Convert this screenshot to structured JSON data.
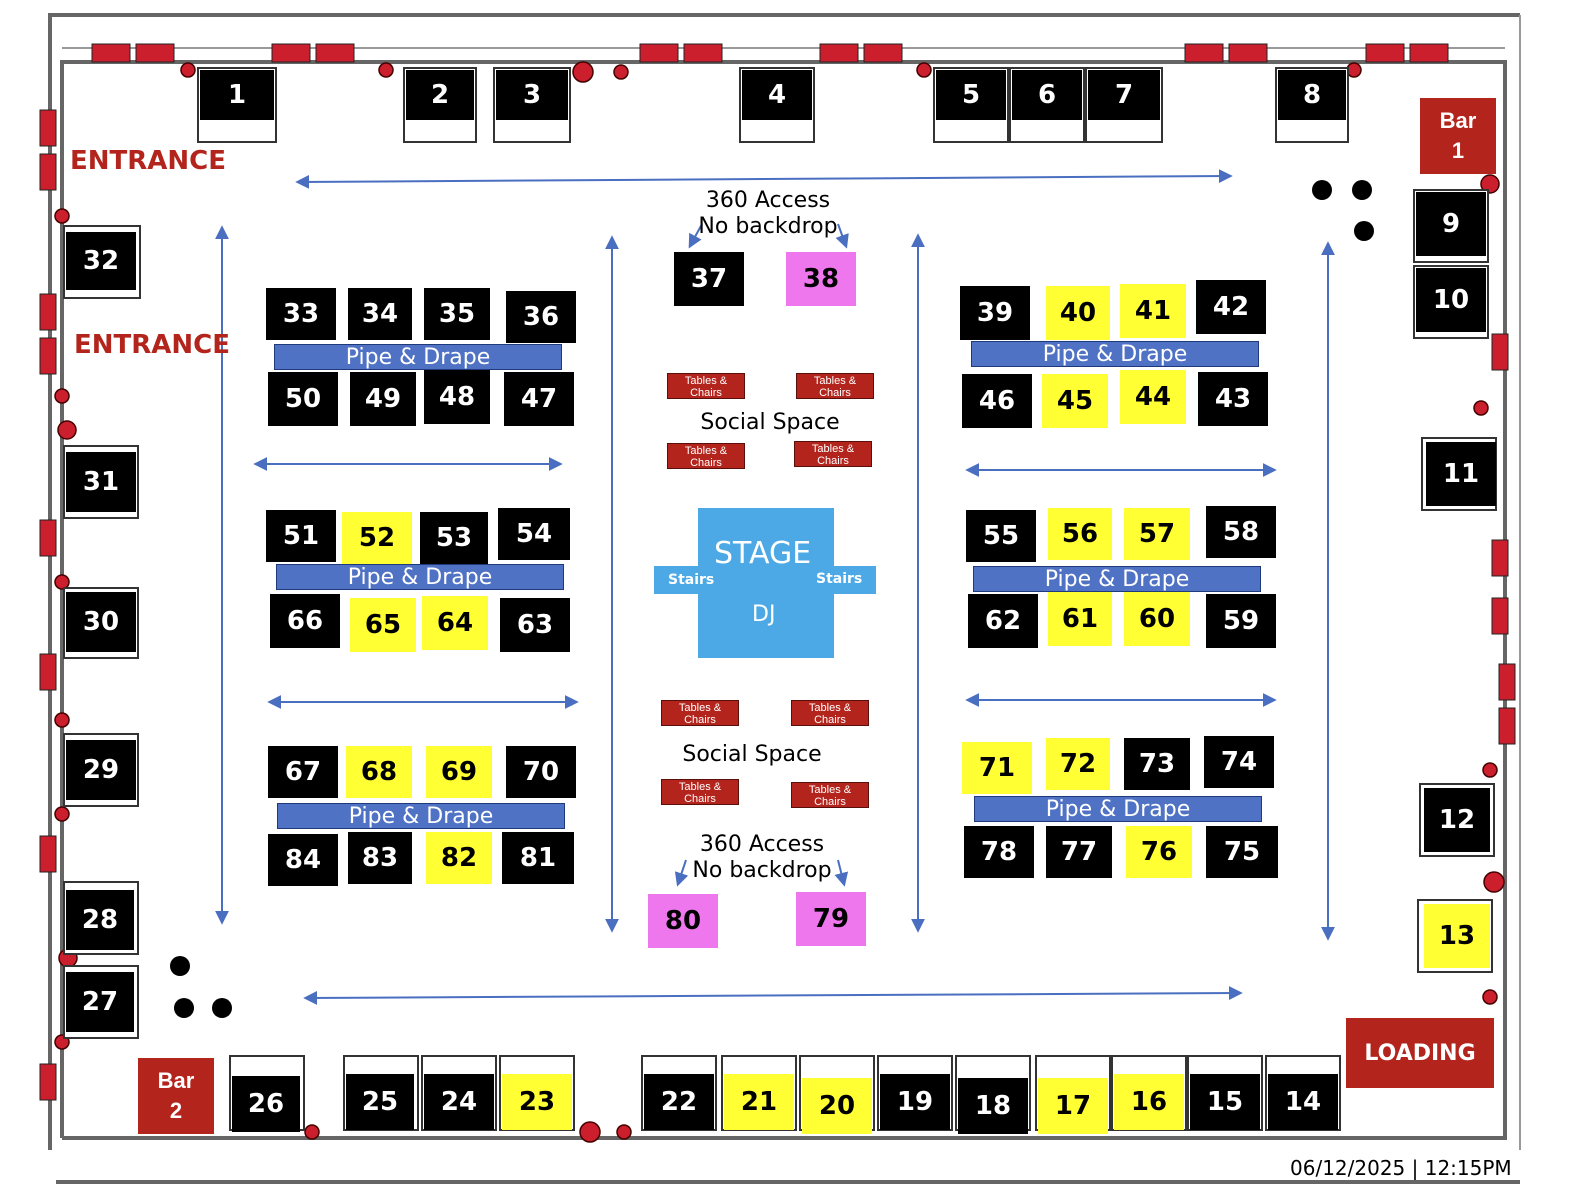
{
  "entrances": [
    "ENTRANCE",
    "ENTRANCE"
  ],
  "bars": [
    {
      "label": "Bar\n1"
    },
    {
      "label": "Bar\n2"
    }
  ],
  "loading": "LOADING",
  "timestamp": "06/12/2025 | 12:15PM",
  "pipe_drape": "Pipe & Drape",
  "tables_chairs": "Tables &\nChairs",
  "social_space": "Social Space",
  "access_360": "360 Access\nNo backdrop",
  "stage": {
    "title": "STAGE",
    "stairs": "Stairs",
    "dj": "DJ"
  },
  "colors": {
    "standard": "#000000",
    "yellow": "#ffff33",
    "pink": "#ee77ee",
    "red": "#b3241c",
    "stage": "#4ca9e6",
    "drape": "#4f72c4"
  },
  "booths": [
    {
      "n": "1",
      "c": "black"
    },
    {
      "n": "2",
      "c": "black"
    },
    {
      "n": "3",
      "c": "black"
    },
    {
      "n": "4",
      "c": "black"
    },
    {
      "n": "5",
      "c": "black"
    },
    {
      "n": "6",
      "c": "black"
    },
    {
      "n": "7",
      "c": "black"
    },
    {
      "n": "8",
      "c": "black"
    },
    {
      "n": "9",
      "c": "black"
    },
    {
      "n": "10",
      "c": "black"
    },
    {
      "n": "11",
      "c": "black"
    },
    {
      "n": "12",
      "c": "black"
    },
    {
      "n": "13",
      "c": "yellow"
    },
    {
      "n": "14",
      "c": "black"
    },
    {
      "n": "15",
      "c": "black"
    },
    {
      "n": "16",
      "c": "yellow"
    },
    {
      "n": "17",
      "c": "yellow"
    },
    {
      "n": "18",
      "c": "black"
    },
    {
      "n": "19",
      "c": "black"
    },
    {
      "n": "20",
      "c": "yellow"
    },
    {
      "n": "21",
      "c": "yellow"
    },
    {
      "n": "22",
      "c": "black"
    },
    {
      "n": "23",
      "c": "yellow"
    },
    {
      "n": "24",
      "c": "black"
    },
    {
      "n": "25",
      "c": "black"
    },
    {
      "n": "26",
      "c": "black"
    },
    {
      "n": "27",
      "c": "black"
    },
    {
      "n": "28",
      "c": "black"
    },
    {
      "n": "29",
      "c": "black"
    },
    {
      "n": "30",
      "c": "black"
    },
    {
      "n": "31",
      "c": "black"
    },
    {
      "n": "32",
      "c": "black"
    },
    {
      "n": "33",
      "c": "black"
    },
    {
      "n": "34",
      "c": "black"
    },
    {
      "n": "35",
      "c": "black"
    },
    {
      "n": "36",
      "c": "black"
    },
    {
      "n": "37",
      "c": "black"
    },
    {
      "n": "38",
      "c": "pink"
    },
    {
      "n": "39",
      "c": "black"
    },
    {
      "n": "40",
      "c": "yellow"
    },
    {
      "n": "41",
      "c": "yellow"
    },
    {
      "n": "42",
      "c": "black"
    },
    {
      "n": "43",
      "c": "black"
    },
    {
      "n": "44",
      "c": "yellow"
    },
    {
      "n": "45",
      "c": "yellow"
    },
    {
      "n": "46",
      "c": "black"
    },
    {
      "n": "47",
      "c": "black"
    },
    {
      "n": "48",
      "c": "black"
    },
    {
      "n": "49",
      "c": "black"
    },
    {
      "n": "50",
      "c": "black"
    },
    {
      "n": "51",
      "c": "black"
    },
    {
      "n": "52",
      "c": "yellow"
    },
    {
      "n": "53",
      "c": "black"
    },
    {
      "n": "54",
      "c": "black"
    },
    {
      "n": "55",
      "c": "black"
    },
    {
      "n": "56",
      "c": "yellow"
    },
    {
      "n": "57",
      "c": "yellow"
    },
    {
      "n": "58",
      "c": "black"
    },
    {
      "n": "59",
      "c": "black"
    },
    {
      "n": "60",
      "c": "yellow"
    },
    {
      "n": "61",
      "c": "yellow"
    },
    {
      "n": "62",
      "c": "black"
    },
    {
      "n": "63",
      "c": "black"
    },
    {
      "n": "64",
      "c": "yellow"
    },
    {
      "n": "65",
      "c": "yellow"
    },
    {
      "n": "66",
      "c": "black"
    },
    {
      "n": "67",
      "c": "black"
    },
    {
      "n": "68",
      "c": "yellow"
    },
    {
      "n": "69",
      "c": "yellow"
    },
    {
      "n": "70",
      "c": "black"
    },
    {
      "n": "71",
      "c": "yellow"
    },
    {
      "n": "72",
      "c": "yellow"
    },
    {
      "n": "73",
      "c": "black"
    },
    {
      "n": "74",
      "c": "black"
    },
    {
      "n": "75",
      "c": "black"
    },
    {
      "n": "76",
      "c": "yellow"
    },
    {
      "n": "77",
      "c": "black"
    },
    {
      "n": "78",
      "c": "black"
    },
    {
      "n": "79",
      "c": "pink"
    },
    {
      "n": "80",
      "c": "pink"
    },
    {
      "n": "81",
      "c": "black"
    },
    {
      "n": "82",
      "c": "yellow"
    },
    {
      "n": "83",
      "c": "black"
    },
    {
      "n": "84",
      "c": "black"
    }
  ]
}
